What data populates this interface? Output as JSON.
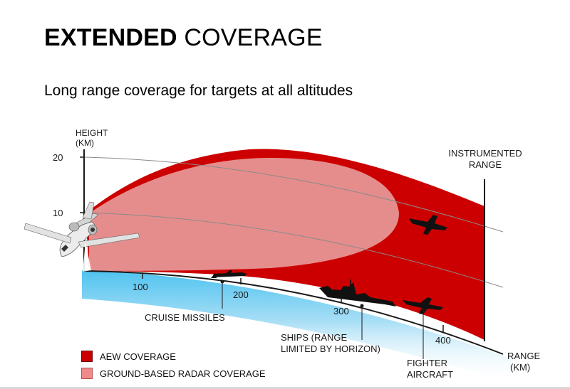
{
  "title": {
    "bold": "EXTENDED",
    "rest": " COVERAGE"
  },
  "subtitle": "Long range coverage for targets at all altitudes",
  "axes": {
    "height_label": [
      "HEIGHT",
      "(KM)"
    ],
    "range_label": [
      "RANGE",
      "(KM)"
    ],
    "height_ticks": [
      "20",
      "10"
    ],
    "range_ticks": [
      "100",
      "200",
      "300",
      "400"
    ]
  },
  "annotations": {
    "instrumented": [
      "INSTRUMENTED",
      "RANGE"
    ],
    "cruise": "CRUISE MISSILES",
    "ships": [
      "SHIPS (RANGE",
      "LIMITED BY HORIZON)"
    ],
    "fighter": [
      "FIGHTER",
      "AIRCRAFT"
    ]
  },
  "legend": [
    {
      "label": "AEW COVERAGE",
      "color": "#cc0000"
    },
    {
      "label": "GROUND-BASED RADAR COVERAGE",
      "color": "#f08a8a"
    }
  ],
  "colors": {
    "aew": "#cc0000",
    "ground": "#e8a0a0",
    "ground_sky_top": "#4fc3ef"
  }
}
